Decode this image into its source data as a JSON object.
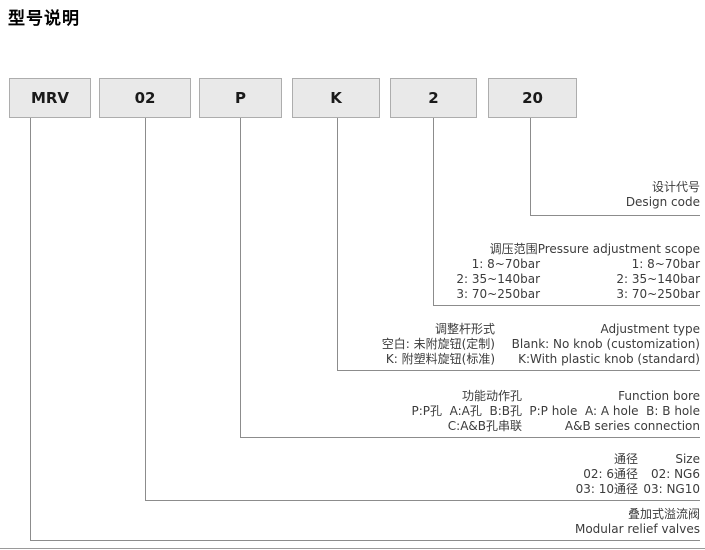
{
  "title": "型号说明",
  "model_code": {
    "segments": [
      "MRV",
      "02",
      "P",
      "K",
      "2",
      "20"
    ]
  },
  "annotations": [
    {
      "id": "design-code",
      "lines": [
        "设计代号",
        "Design code"
      ]
    },
    {
      "id": "pressure-adjustment-scope",
      "rows": [
        {
          "cn": "调压范围",
          "en": "Pressure adjustment scope"
        },
        {
          "cn": "1: 8~70bar",
          "en": "1: 8~70bar"
        },
        {
          "cn": "2: 35~140bar",
          "en": "2: 35~140bar"
        },
        {
          "cn": "3: 70~250bar",
          "en": "3: 70~250bar"
        }
      ]
    },
    {
      "id": "adjustment-type",
      "rows": [
        {
          "cn": "调整杆形式",
          "en": "Adjustment type"
        },
        {
          "cn": "空白: 未附旋钮(定制)",
          "en": "Blank: No knob (customization)"
        },
        {
          "cn": "K: 附塑料旋钮(标准)",
          "en": "K:With plastic knob (standard)"
        }
      ]
    },
    {
      "id": "function-bore",
      "rows": [
        {
          "cn": "功能动作孔",
          "en": "Function bore"
        },
        {
          "cn": "P:P孔  A:A孔  B:B孔",
          "en": "P:P hole  A: A hole  B: B hole"
        },
        {
          "cn": "C:A&B孔串联",
          "en": "A&B series connection"
        }
      ]
    },
    {
      "id": "size",
      "rows": [
        {
          "cn": "通径",
          "en": "Size"
        },
        {
          "cn": "02: 6通径",
          "en": "02: NG6"
        },
        {
          "cn": "03: 10通径",
          "en": "03: NG10"
        }
      ]
    },
    {
      "id": "product-type",
      "lines": [
        "叠加式溢流阀",
        "Modular relief valves"
      ]
    }
  ]
}
